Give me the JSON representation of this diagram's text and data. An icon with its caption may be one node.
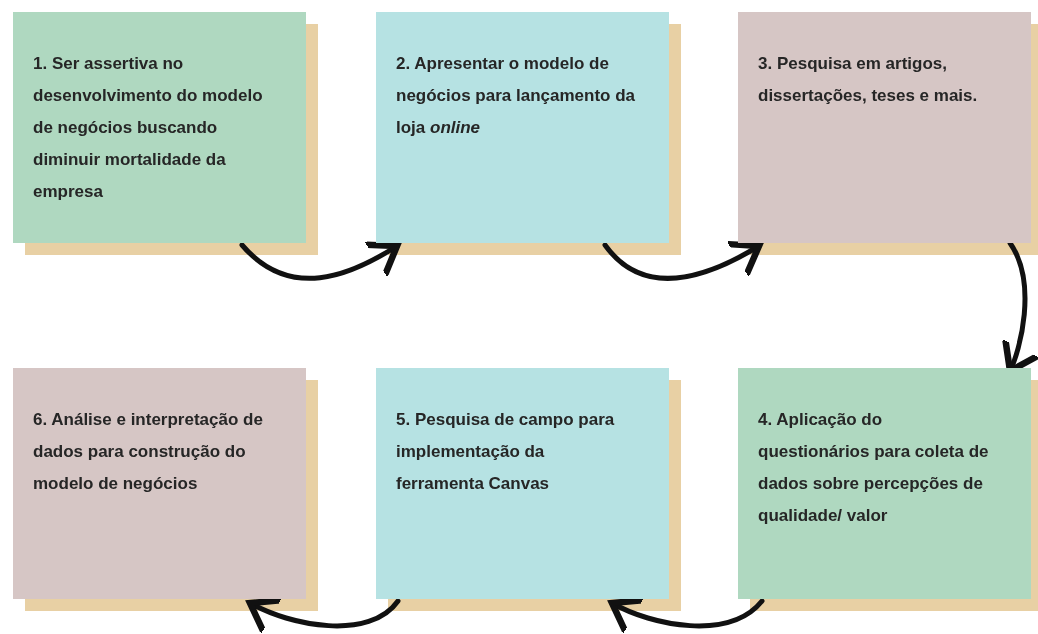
{
  "diagram": {
    "nodes": [
      {
        "text": [
          "1.  Ser assertiva no desenvolvimento do modelo de negócios buscando diminuir mortalidade da empresa"
        ]
      },
      {
        "text": [
          "2. Apresentar o modelo de negócios para lançamento da loja *online*"
        ]
      },
      {
        "text": [
          "3. Pesquisa em artigos, dissertações, teses e mais."
        ]
      },
      {
        "text": [
          "4. Aplicação do questionários para coleta de dados sobre percepções de qualidade/ valor"
        ]
      },
      {
        "text": [
          "5. Pesquisa de campo para implementação da ferramenta Canvas"
        ]
      },
      {
        "text": [
          "6. Análise e interpretação de dados para construção do modelo de negócios"
        ]
      }
    ],
    "edges": [
      {
        "from": 0,
        "to": 1,
        "arrow": "to"
      },
      {
        "from": 1,
        "to": 2,
        "arrow": "to"
      },
      {
        "from": 2,
        "to": 3,
        "arrow": "to"
      },
      {
        "from": 3,
        "to": 4,
        "arrow": "to"
      },
      {
        "from": 4,
        "to": 5,
        "arrow": "to"
      }
    ]
  }
}
